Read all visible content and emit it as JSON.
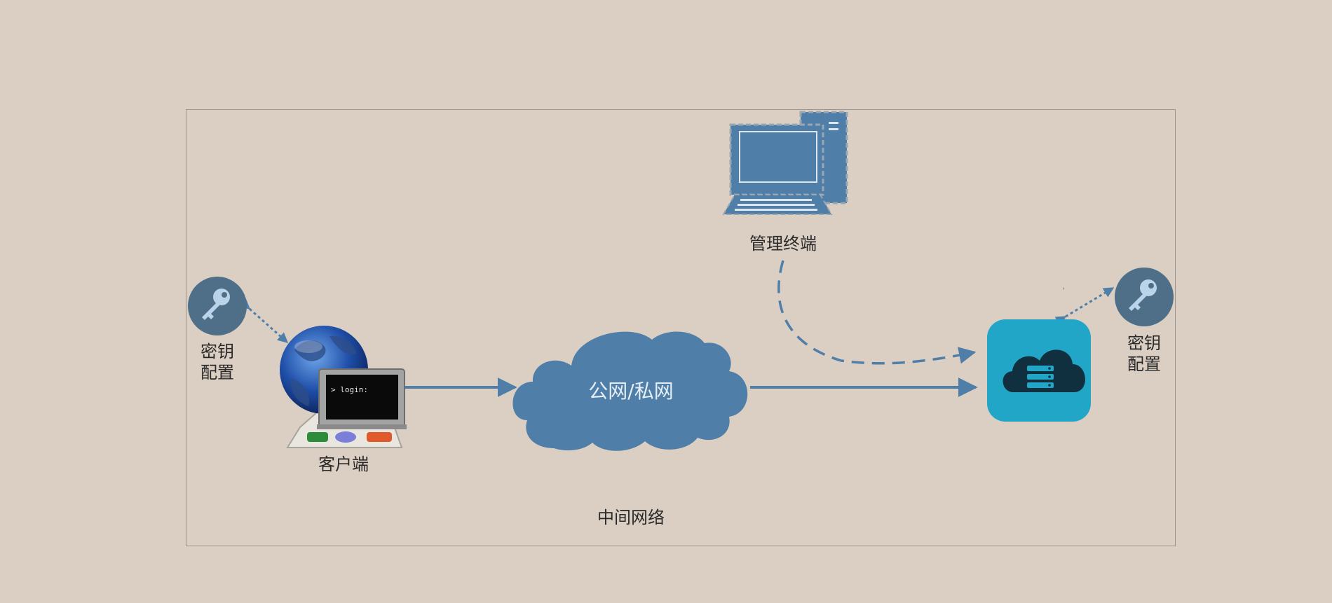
{
  "labels": {
    "key_config_left_line1": "密钥",
    "key_config_left_line2": "配置",
    "key_config_right_line1": "密钥",
    "key_config_right_line2": "配置",
    "client": "客户端",
    "admin_terminal": "管理终端",
    "network_cloud": "公网/私网",
    "intermediate_network": "中间网络",
    "terminal_prompt": "> login:"
  },
  "icons": {
    "key_left": "key-icon",
    "key_right": "key-icon",
    "client": "globe-laptop-icon",
    "admin": "desktop-computer-icon",
    "network": "cloud-icon",
    "server": "cloud-server-icon"
  },
  "colors": {
    "background": "#dbcfc3",
    "accent_blue": "#4f7fa8",
    "server_teal": "#21a6c7",
    "key_circle": "#4e6f87"
  }
}
